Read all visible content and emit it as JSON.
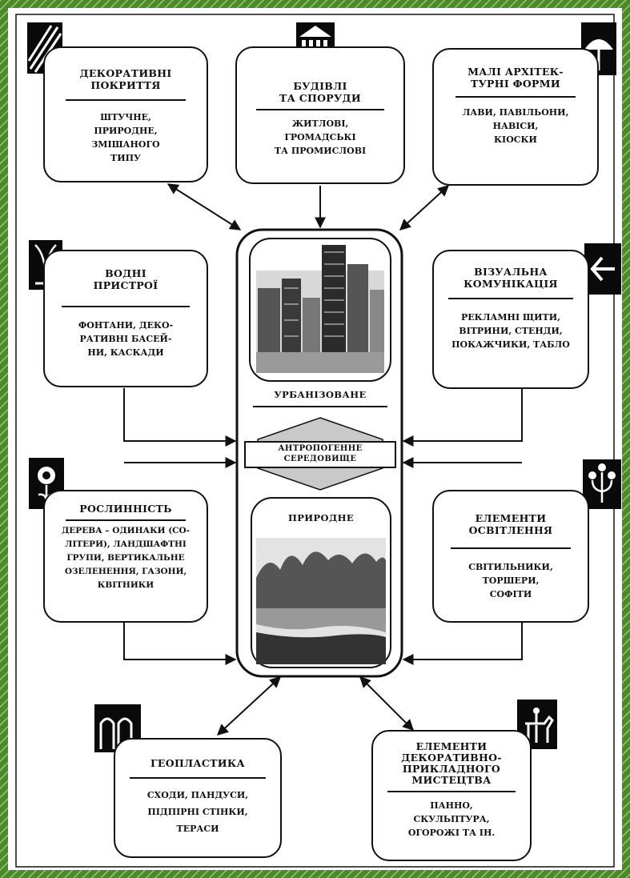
{
  "center": {
    "urban_label": "УРБАНІЗОВАНЕ",
    "middle_label_line1": "АНТРОПОГЕННЕ",
    "middle_label_line2": "СЕРЕДОВИЩЕ",
    "natural_label": "ПРИРОДНЕ"
  },
  "boxes": {
    "decorative_coverings": {
      "title1": "ДЕКОРАТИВНІ",
      "title2": "ПОКРИТТЯ",
      "body1": "ШТУЧНЕ,",
      "body2": "ПРИРОДНЕ,",
      "body3": "ЗМІШАНОГО",
      "body4": "ТИПУ"
    },
    "buildings": {
      "title1": "БУДІВЛІ",
      "title2": "ТА СПОРУДИ",
      "body1": "ЖИТЛОВІ,",
      "body2": "ГРОМАДСЬКІ",
      "body3": "ТА ПРОМИСЛОВІ"
    },
    "small_forms": {
      "title1": "МАЛІ АРХІТЕК-",
      "title2": "ТУРНІ ФОРМИ",
      "body1": "ЛАВИ, ПАВІЛЬОНИ,",
      "body2": "НАВІСИ,",
      "body3": "КІОСКИ"
    },
    "water_devices": {
      "title1": "ВОДНІ",
      "title2": "ПРИСТРОЇ",
      "body1": "ФОНТАНИ, ДЕКО-",
      "body2": "РАТИВНІ БАСЕЙ-",
      "body3": "НИ, КАСКАДИ"
    },
    "visual_communication": {
      "title1": "ВІЗУАЛЬНА",
      "title2": "КОМУНІКАЦІЯ",
      "body1": "РЕКЛАМНІ ЩИТИ,",
      "body2": "ВІТРИНИ, СТЕНДИ,",
      "body3": "ПОКАЖЧИКИ, ТАБЛО"
    },
    "vegetation": {
      "title1": "РОСЛИННІСТЬ",
      "body1": "ДЕРЕВА – ОДИНАКИ (СО-",
      "body2": "ЛІТЕРИ), ЛАНДШАФТНІ",
      "body3": "ГРУПИ, ВЕРТИКАЛЬНЕ",
      "body4": "ОЗЕЛЕНЕННЯ, ГАЗОНИ,",
      "body5": "КВІТНИКИ"
    },
    "lighting": {
      "title1": "ЕЛЕМЕНТИ",
      "title2": "ОСВІТЛЕННЯ",
      "body1": "СВІТИЛЬНИКИ,",
      "body2": "ТОРШЕРИ,",
      "body3": "СОФІТИ"
    },
    "geoplastics": {
      "title1": "ГЕОПЛАСТИКА",
      "body1": "СХОДИ, ПАНДУСИ,",
      "body2": "ПІДПІРНІ СТІНКИ,",
      "body3": "ТЕРАСИ"
    },
    "decorative_art": {
      "title1": "ЕЛЕМЕНТИ",
      "title2": "ДЕКОРАТИВНО-",
      "title3": "ПРИКЛАДНОГО",
      "title4": "МИСТЕЦТВА",
      "body1": "ПАННО,",
      "body2": "СКУЛЬПТУРА,",
      "body3": "ОГОРОЖІ ТА ІН."
    }
  },
  "colors": {
    "frame": "#4a8a2c",
    "ink": "#111111"
  }
}
